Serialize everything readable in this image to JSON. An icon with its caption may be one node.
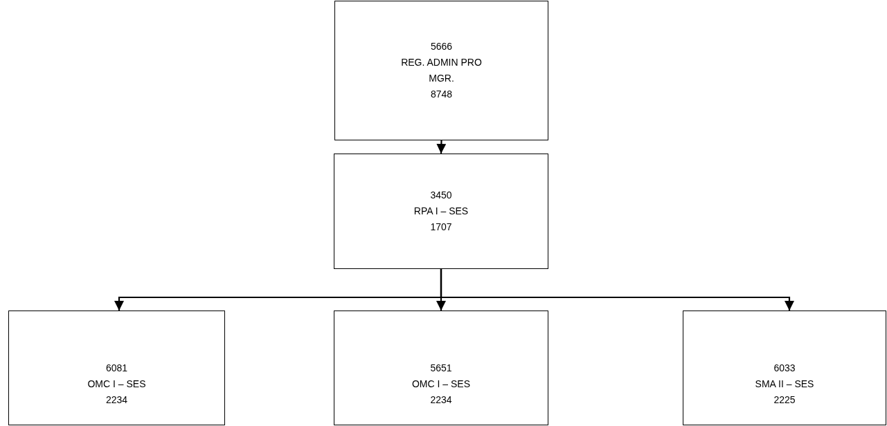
{
  "diagram": {
    "nodes": [
      {
        "text": [
          "5666",
          "REG. ADMIN PRO MGR.",
          "8748"
        ]
      },
      {
        "text": [
          "3450",
          "RPA I – SES",
          "1707"
        ]
      },
      {
        "text": [
          "6081",
          "OMC I – SES",
          "2234"
        ]
      },
      {
        "text": [
          "5651",
          "OMC I – SES",
          "2234"
        ]
      },
      {
        "text": [
          "6033",
          "SMA II – SES",
          "2225"
        ]
      }
    ],
    "edges": [
      {
        "from": 0,
        "to": 1,
        "arrow": "to"
      },
      {
        "from": 1,
        "to": 2,
        "arrow": "to"
      },
      {
        "from": 1,
        "to": 3,
        "arrow": "to"
      },
      {
        "from": 1,
        "to": 4,
        "arrow": "to"
      }
    ]
  }
}
